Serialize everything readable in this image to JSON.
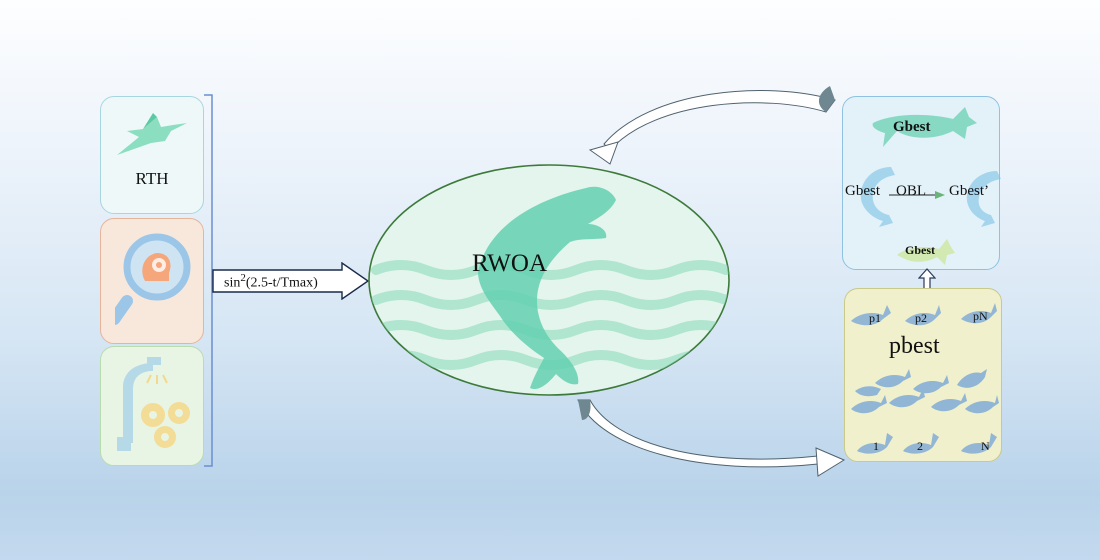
{
  "left_panels": {
    "rth_label": "RTH"
  },
  "formula": {
    "prefix": "sin",
    "exponent": "2",
    "argument": "(2.5-t/Tmax)"
  },
  "center": {
    "title": "RWOA"
  },
  "gbest_panel": {
    "top_label": "Gbest",
    "left_label": "Gbest",
    "mid_label": "OBL",
    "right_label": "Gbest’",
    "bottom_label": "Gbest"
  },
  "pbest_panel": {
    "title": "pbest",
    "top_labels": [
      "p1",
      "p2",
      "pN"
    ],
    "bottom_labels": [
      "1",
      "2",
      "N"
    ]
  },
  "colors": {
    "whale_green": "#5fcfae",
    "whale_blue": "#7aa7d6",
    "circle_fill": "#e3f5ec",
    "circle_stroke": "#3d7a3a",
    "pbest_fill": "#f0f0cc"
  }
}
